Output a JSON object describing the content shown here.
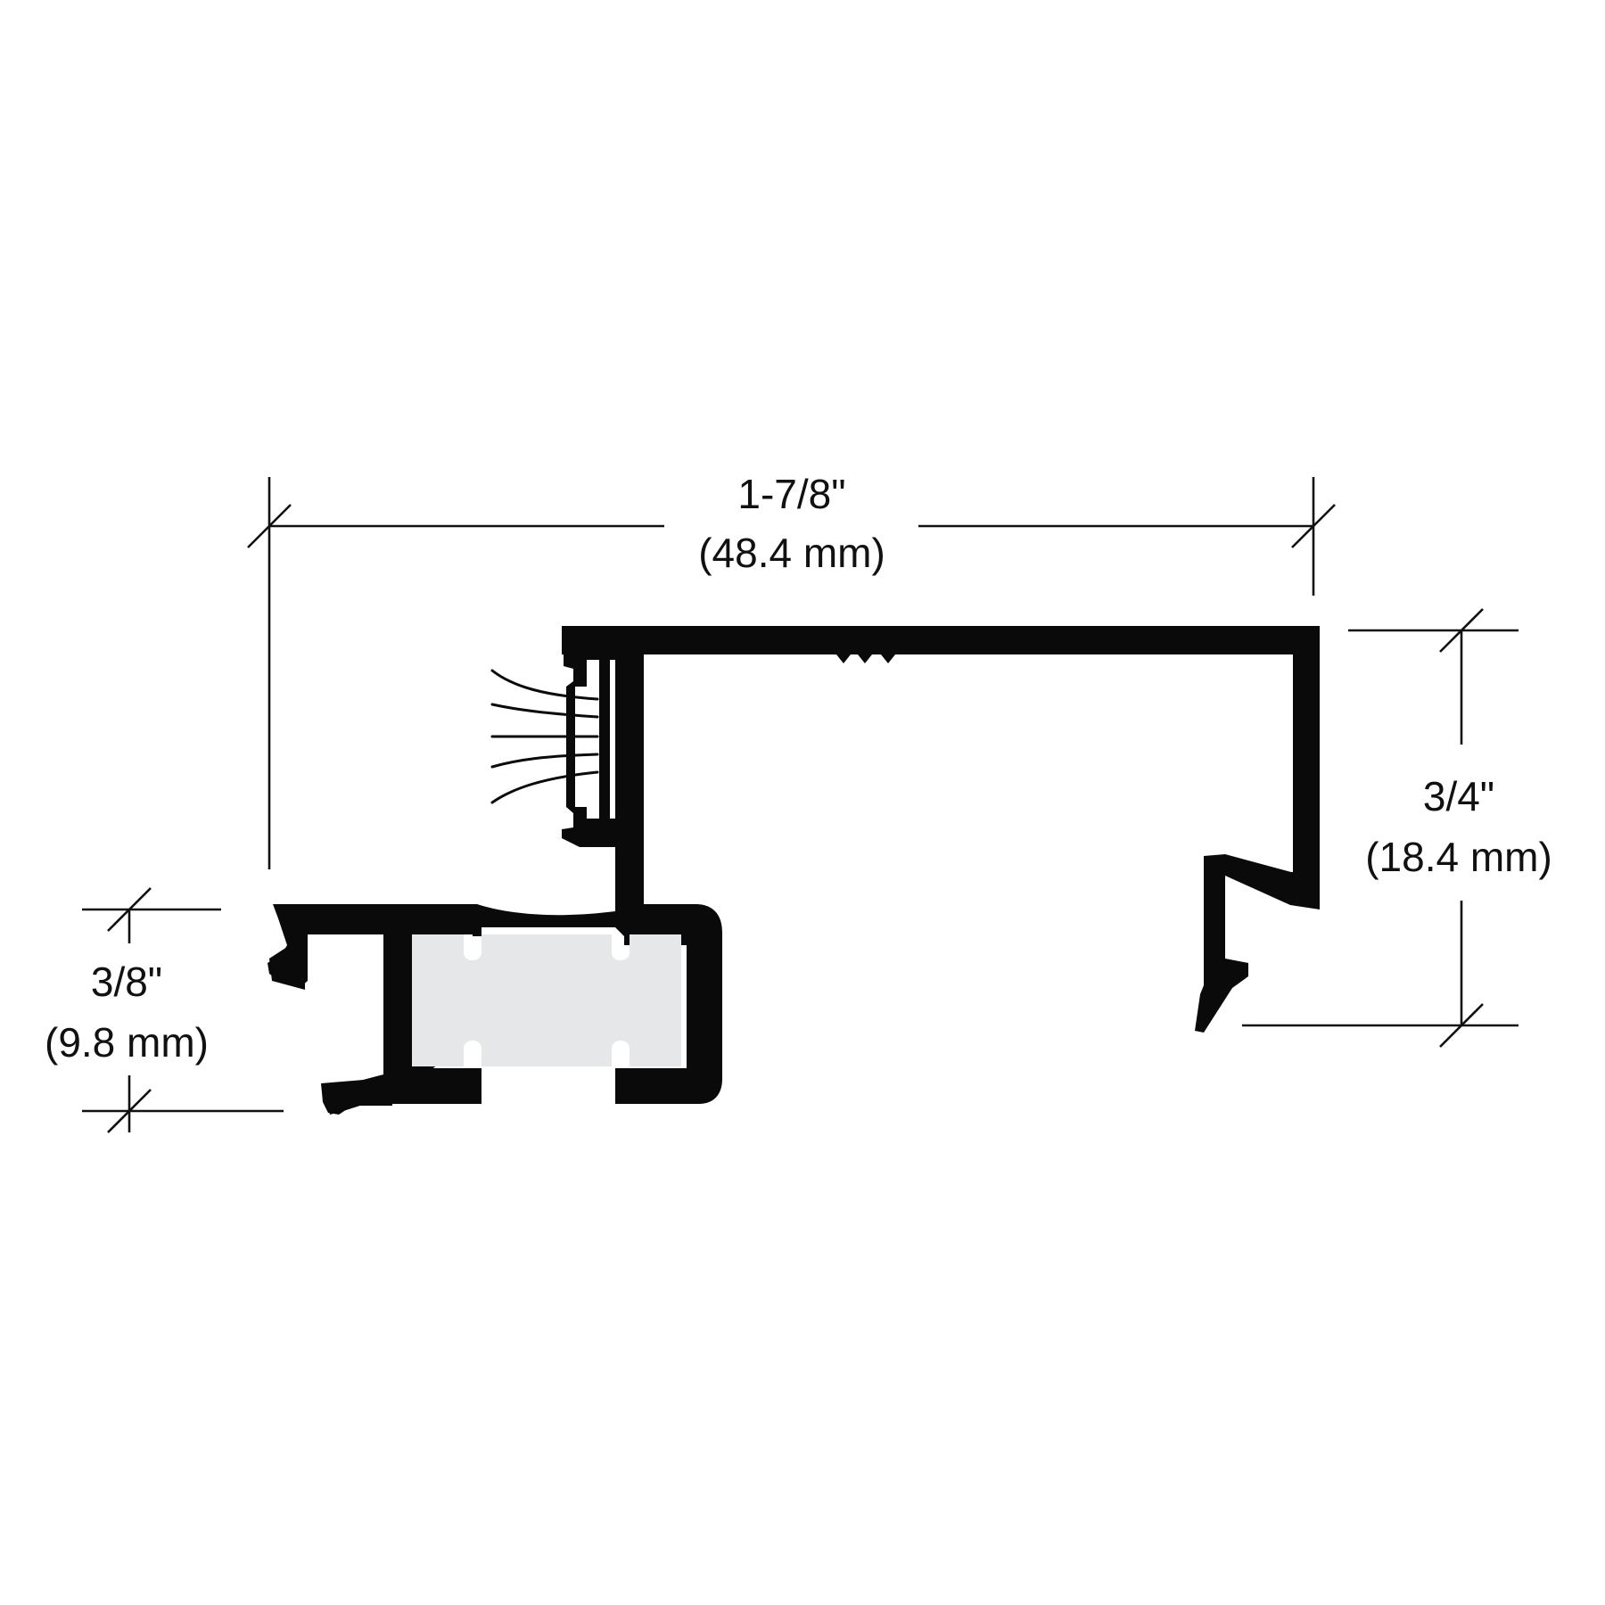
{
  "dimensions": {
    "width": {
      "imperial": "1-7/8\"",
      "metric": "(48.4 mm)"
    },
    "height_right": {
      "imperial": "3/4\"",
      "metric": "(18.4 mm)"
    },
    "height_left": {
      "imperial": "3/8\"",
      "metric": "(9.8 mm)"
    }
  },
  "colors": {
    "profile": "#0a0a0a",
    "insert": "#e6e7e8",
    "lines": "#111111"
  }
}
